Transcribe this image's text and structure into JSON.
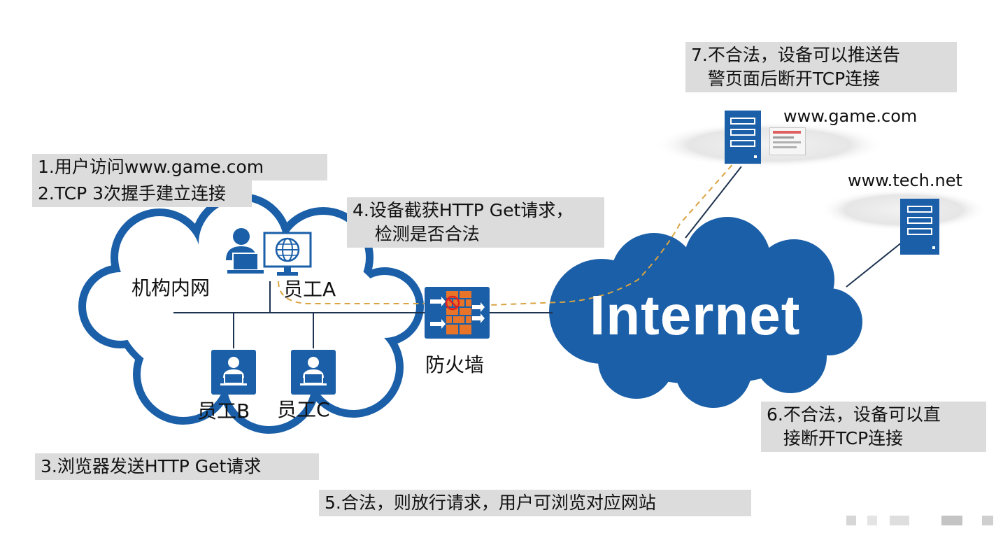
{
  "notes": {
    "step1": "1.用户访问www.game.com",
    "step2": "2.TCP 3次握手建立连接",
    "step3": "3.浏览器发送HTTP Get请求",
    "step4": "4.设备截获HTTP Get请求，\n    检测是否合法",
    "step5": "5.合法，则放行请求，用户可浏览对应网站",
    "step6": "6.不合法，设备可以直\n   接断开TCP连接",
    "step7": "7.不合法，设备可以推送告\n   警页面后断开TCP连接"
  },
  "labels": {
    "intranet": "机构内网",
    "employee_a": "员工A",
    "employee_b": "员工B",
    "employee_c": "员工C",
    "firewall": "防火墙",
    "internet": "Internet",
    "site_game": "www.game.com",
    "site_tech": "www.tech.net"
  },
  "colors": {
    "cloud_blue": "#1a5fa8",
    "note_bg": "#dcdcdc",
    "firewall_orange": "#e8742a",
    "dashed_path": "#d9a441"
  },
  "icons": [
    "user-icon",
    "globe-monitor-icon",
    "firewall-icon",
    "server-icon"
  ]
}
